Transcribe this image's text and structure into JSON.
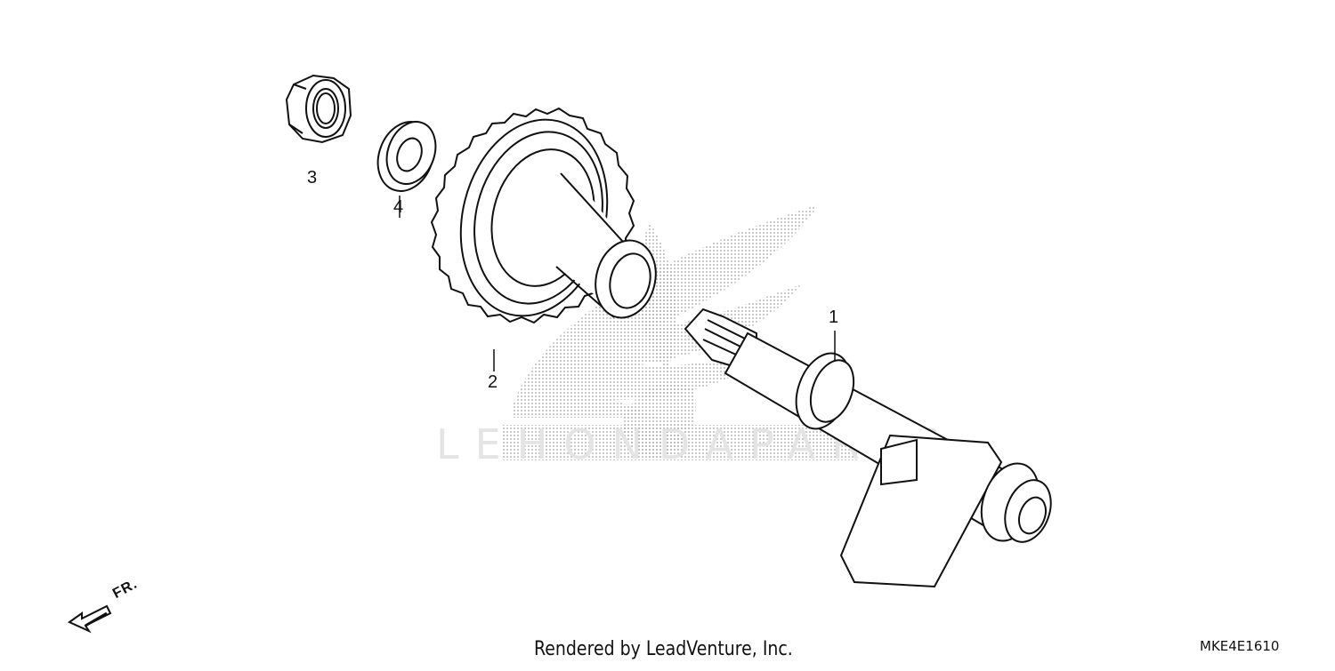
{
  "diagram": {
    "part_labels": [
      {
        "id": "1",
        "text": "1"
      },
      {
        "id": "2",
        "text": "2"
      },
      {
        "id": "3",
        "text": "3"
      },
      {
        "id": "4",
        "text": "4"
      }
    ],
    "watermark_text": "LEHONDAPARTS",
    "direction_label": "FR.",
    "credit": "Rendered by LeadVenture, Inc.",
    "code": "MKE4E1610"
  },
  "colors": {
    "line": "#111111",
    "dot": "#9a9a9a",
    "bg": "#ffffff"
  },
  "icons": {
    "direction": "front-direction-arrow-icon"
  }
}
